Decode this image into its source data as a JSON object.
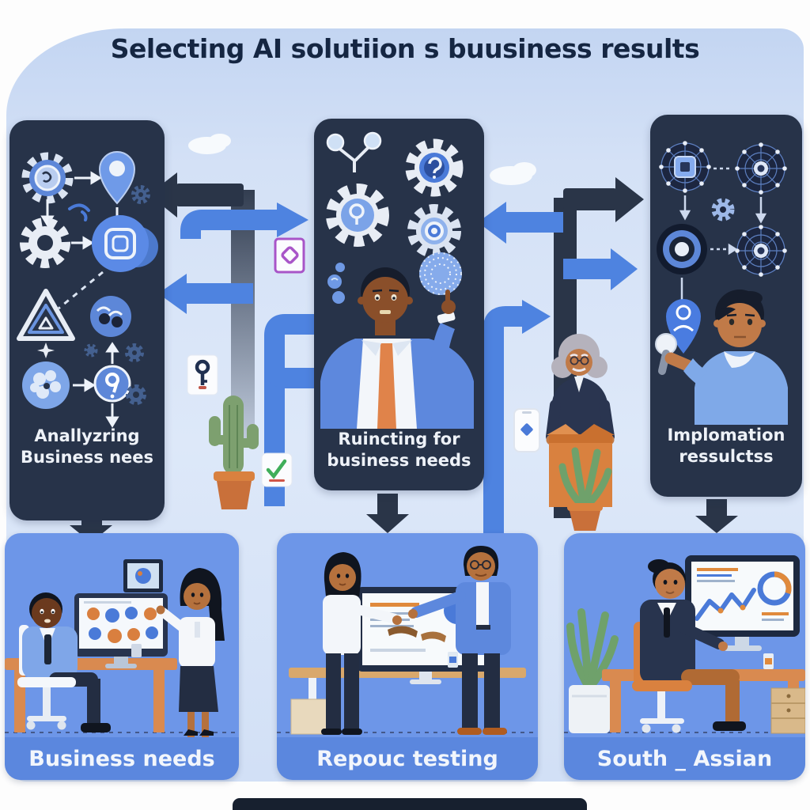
{
  "title": "Selecting AI solutiion s buusiness results",
  "stages": [
    {
      "label": "Anallyzring Business nees",
      "icons": [
        "brain-gear-icon",
        "location-pin-icon",
        "small-gear-icon",
        "white-gear-icon",
        "app-window-icon",
        "warning-triangle-icon",
        "team-faces-icon",
        "brain-icon",
        "question-node-icon"
      ]
    },
    {
      "label": "Ruincting for business needs",
      "icons": [
        "node-branch-icon",
        "gear-question-icon",
        "gear-search-icon",
        "gear-rings-icon",
        "thought-bubbles-icon",
        "dotted-globe-icon"
      ]
    },
    {
      "label": "Implomation ressulctss",
      "icons": [
        "neural-mesh-icon",
        "neural-mesh-icon",
        "small-gear-icon",
        "target-icon",
        "user-pin-icon",
        "microphone-icon"
      ]
    }
  ],
  "scenes": [
    {
      "caption": "Business needs"
    },
    {
      "caption": "Repouc testing"
    },
    {
      "caption": "South _ Assian"
    }
  ],
  "colors": {
    "canvas_bg": "#ffffff",
    "card_bg_top": "#c3d5f2",
    "card_bg_bottom": "#dde8f9",
    "panel_dark": "#273349",
    "scene_panel": "#6d96e8",
    "caption_band": "#5b87de",
    "arrow_blue": "#4e83e0",
    "arrow_dark": "#2a3548",
    "accent_orange": "#d9813f",
    "title_text": "#152642",
    "label_text": "#eef2f8"
  }
}
